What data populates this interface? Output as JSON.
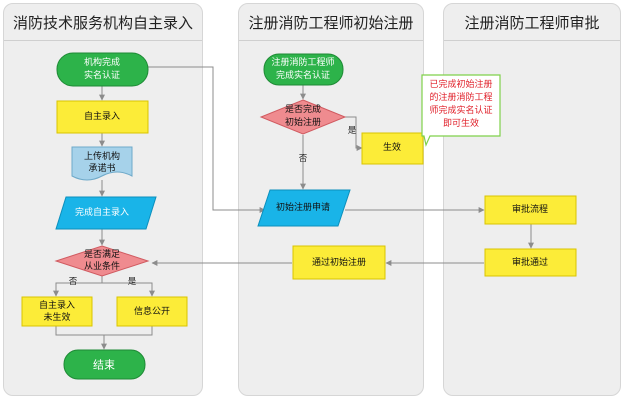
{
  "lanes": [
    {
      "title": "消防技术服务机构自主录入"
    },
    {
      "title": "注册消防工程师初始注册"
    },
    {
      "title": "注册消防工程师审批"
    }
  ],
  "nodes": {
    "org_auth": {
      "lines": [
        "机构完成",
        "实名认证"
      ]
    },
    "self_entry": {
      "lines": [
        "自主录入"
      ]
    },
    "upload_doc": {
      "lines": [
        "上传机构",
        "承诺书"
      ]
    },
    "complete_entry": {
      "lines": [
        "完成自主录入"
      ]
    },
    "meets_cond": {
      "lines": [
        "是否满足",
        "从业条件"
      ]
    },
    "not_effective": {
      "lines": [
        "自主录入",
        "未生效"
      ]
    },
    "info_public": {
      "lines": [
        "信息公开"
      ]
    },
    "end": {
      "lines": [
        "结束"
      ]
    },
    "eng_auth": {
      "lines": [
        "注册消防工程师",
        "完成实名认证"
      ]
    },
    "initial_done": {
      "lines": [
        "是否完成",
        "初始注册"
      ]
    },
    "effective": {
      "lines": [
        "生效"
      ]
    },
    "initial_apply": {
      "lines": [
        "初始注册申请"
      ]
    },
    "pass_initial": {
      "lines": [
        "通过初始注册"
      ]
    },
    "approval_flow": {
      "lines": [
        "审批流程"
      ]
    },
    "approval_pass": {
      "lines": [
        "审批通过"
      ]
    },
    "note": {
      "lines": [
        "已完成初始注册",
        "的注册消防工程",
        "师完成实名认证",
        "即可生效"
      ]
    }
  },
  "edge_labels": {
    "yes_initial": "是",
    "no_initial": "否",
    "no_cond": "否",
    "yes_cond": "是"
  },
  "colors": {
    "green": "#2db34a",
    "yellow": "#fcec38",
    "blue": "#19b4e8",
    "pink": "#ef8b8f",
    "doc_blue": "#a6d2ea",
    "arrow": "#8c8c8c",
    "note_red": "#e0202a"
  }
}
